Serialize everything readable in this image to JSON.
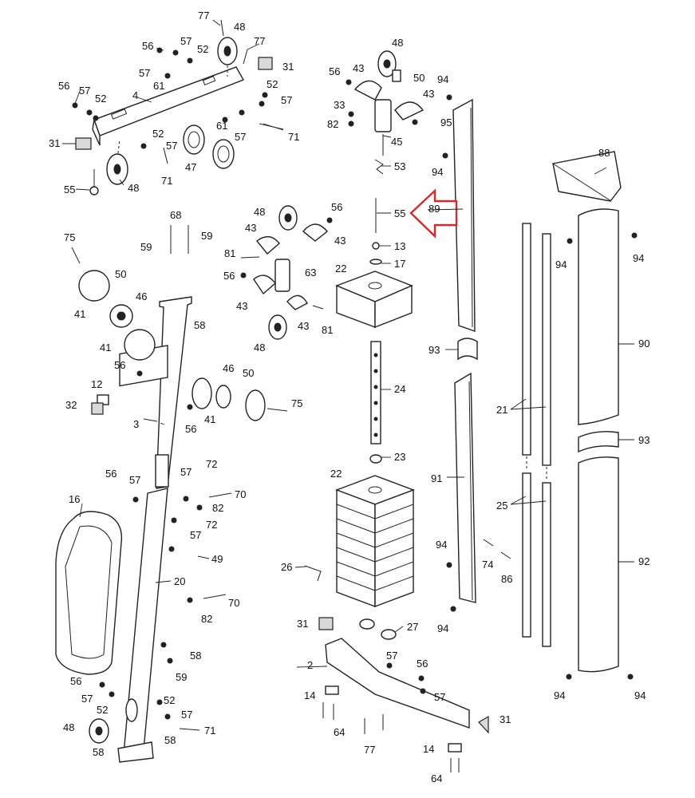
{
  "labels": {
    "l77a": "77",
    "l48a": "48",
    "l56a": "56",
    "l57a": "57",
    "l52a": "52",
    "l77b": "77",
    "l31a": "31",
    "l57b": "57",
    "l61a": "61",
    "l56b": "56",
    "l57c": "57",
    "l52b": "52",
    "l4": "4",
    "l52c": "52",
    "l57d": "57",
    "l61b": "61",
    "l57e": "57",
    "l71a": "71",
    "l31b": "31",
    "l52d": "52",
    "l57f": "57",
    "l47": "47",
    "l71b": "71",
    "l55a": "55",
    "l48b": "48",
    "l48c": "48",
    "l56c": "56",
    "l43a": "43",
    "l50a": "50",
    "l43b": "43",
    "l33": "33",
    "l82a": "82",
    "l95": "95",
    "l45": "45",
    "l53": "53",
    "l94a": "94",
    "l94b": "94",
    "l89": "89",
    "l55b": "55",
    "l88": "88",
    "l94c": "94",
    "l94d": "94",
    "l68": "68",
    "l75a": "75",
    "l59a": "59",
    "l59b": "59",
    "l50b": "50",
    "l58a": "58",
    "l46a": "46",
    "l41a": "41",
    "l41b": "41",
    "l56d": "56",
    "l12": "12",
    "l32": "32",
    "l3": "3",
    "l46b": "46",
    "l50c": "50",
    "l41c": "41",
    "l56e": "56",
    "l75b": "75",
    "l48d": "48",
    "l56f": "56",
    "l43c": "43",
    "l43d": "43",
    "l81a": "81",
    "l63": "63",
    "l56g": "56",
    "l43e": "43",
    "l43f": "43",
    "l81b": "81",
    "l48e": "48",
    "l13": "13",
    "l17": "17",
    "l22a": "22",
    "l24": "24",
    "l93a": "93",
    "l90": "90",
    "l21": "21",
    "l23": "23",
    "l93b": "93",
    "l56h": "56",
    "l57g": "57",
    "l57h": "57",
    "l72a": "72",
    "l16": "16",
    "l70a": "70",
    "l82b": "82",
    "l72b": "72",
    "l57i": "57",
    "l49": "49",
    "l20": "20",
    "l70b": "70",
    "l82c": "82",
    "l58b": "58",
    "l59c": "59",
    "l22b": "22",
    "l91": "91",
    "l25": "25",
    "l94e": "94",
    "l74": "74",
    "l86": "86",
    "l92": "92",
    "l26": "26",
    "l31c": "31",
    "l27": "27",
    "l94f": "94",
    "l57j": "57",
    "l56i": "56",
    "l2": "2",
    "l57k": "57",
    "l14a": "14",
    "l64a": "64",
    "l77c": "77",
    "l31d": "31",
    "l14b": "14",
    "l64b": "64",
    "l56j": "56",
    "l57l": "57",
    "l52e": "52",
    "l52f": "52",
    "l57m": "57",
    "l48f": "48",
    "l58c": "58",
    "l58d": "58",
    "l71c": "71",
    "l94g": "94",
    "l94h": "94"
  }
}
